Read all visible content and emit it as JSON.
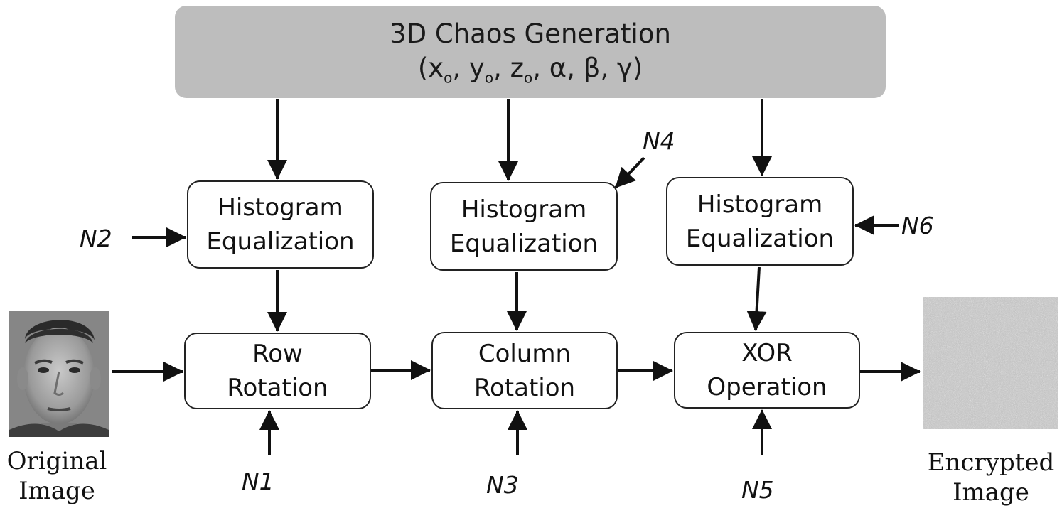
{
  "chaos": {
    "title": "3D Chaos Generation",
    "params_prefix": "(x",
    "sub_o": "o",
    "sep_y": ", y",
    "sep_z": ", z",
    "params_suffix": ", α, β, γ)"
  },
  "histogram_boxes": [
    {
      "line1": "Histogram",
      "line2": "Equalization"
    },
    {
      "line1": "Histogram",
      "line2": "Equalization"
    },
    {
      "line1": "Histogram",
      "line2": "Equalization"
    }
  ],
  "process_boxes": [
    {
      "line1": "Row",
      "line2": "Rotation"
    },
    {
      "line1": "Column",
      "line2": "Rotation"
    },
    {
      "line1": "XOR",
      "line2": "Operation"
    }
  ],
  "inputs": {
    "n1": "N1",
    "n2": "N2",
    "n3": "N3",
    "n4": "N4",
    "n5": "N5",
    "n6": "N6"
  },
  "captions": {
    "original_line1": "Original",
    "original_line2": "Image",
    "encrypted_line1": "Encrypted",
    "encrypted_line2": "Image"
  }
}
